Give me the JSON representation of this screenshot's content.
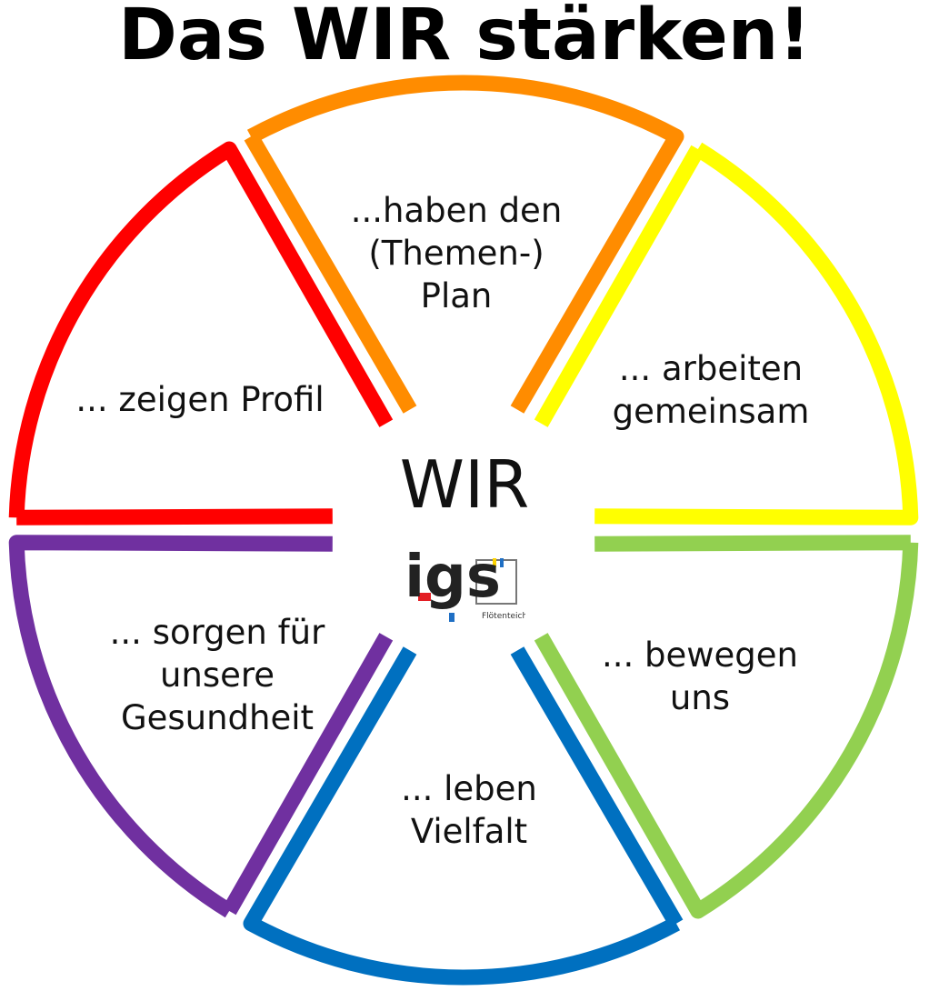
{
  "title": "Das WIR stärken!",
  "center": {
    "word": "WIR",
    "logo": {
      "letters": "igs",
      "subtitle": "Flötenteich"
    }
  },
  "segments": [
    {
      "key": "top",
      "label": "...haben den\n(Themen-)\nPlan",
      "color": "#FF8C00"
    },
    {
      "key": "upper-right",
      "label": "... arbeiten\ngemeinsam",
      "color": "#FFFF00"
    },
    {
      "key": "lower-right",
      "label": "... bewegen\nuns",
      "color": "#92D050"
    },
    {
      "key": "bottom",
      "label": "... leben\nVielfalt",
      "color": "#0070C0"
    },
    {
      "key": "lower-left",
      "label": "... sorgen für\nunsere\nGesundheit",
      "color": "#7030A0"
    },
    {
      "key": "upper-left",
      "label": "... zeigen Profil",
      "color": "#FF0000"
    }
  ]
}
